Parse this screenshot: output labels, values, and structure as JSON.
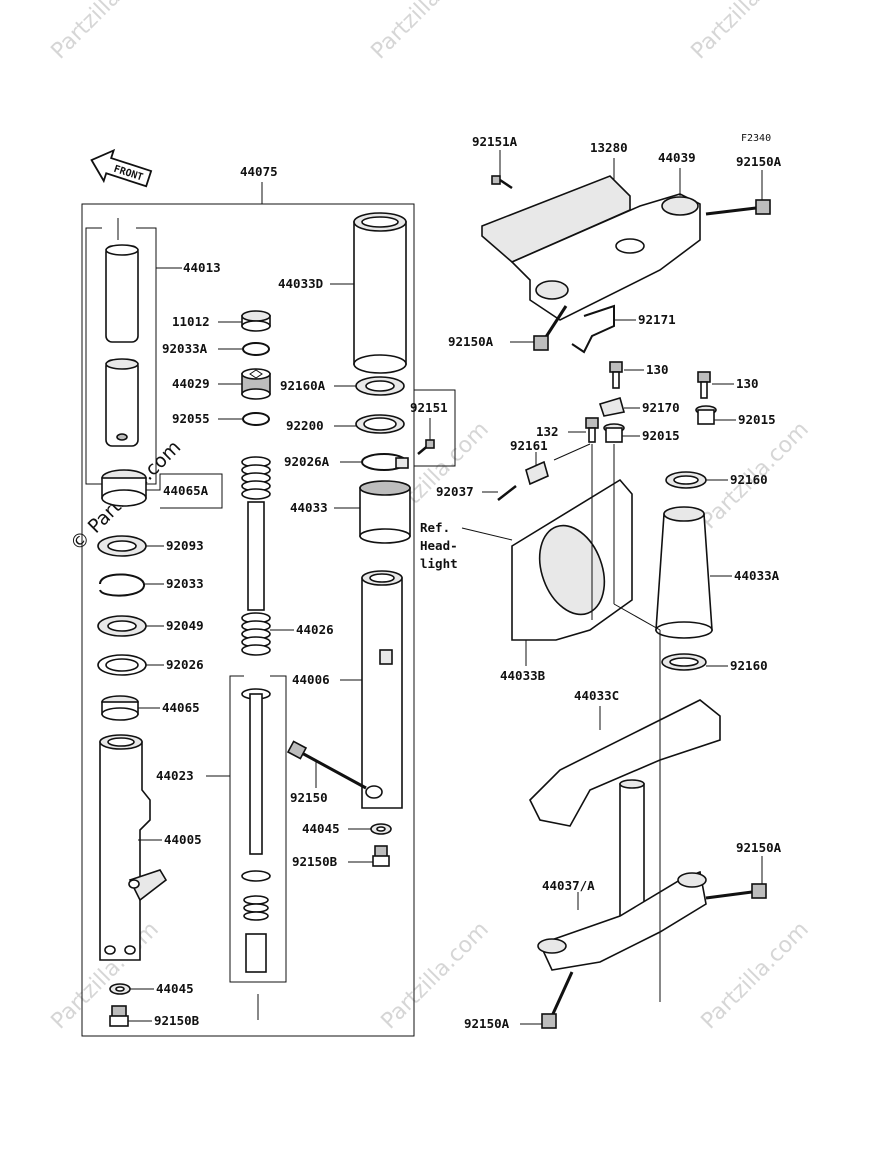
{
  "figure_code": "F2340",
  "front_label": "FRONT",
  "watermark": "Partzilla.com",
  "watermark_side": "© Partzilla.com",
  "ref_note": [
    "Ref.",
    "Head-",
    "light"
  ],
  "parts": {
    "p44075": "44075",
    "p44013": "44013",
    "p44033D": "44033D",
    "p11012": "11012",
    "p92033A": "92033A",
    "p44029": "44029",
    "p92160A": "92160A",
    "p92055": "92055",
    "p92151": "92151",
    "p92200": "92200",
    "p92026A": "92026A",
    "p44065A": "44065A",
    "p44033": "44033",
    "p92093": "92093",
    "p92033": "92033",
    "p92049": "92049",
    "p44026": "44026",
    "p92026": "92026",
    "p44006": "44006",
    "p44065": "44065",
    "p44023": "44023",
    "p44005": "44005",
    "p92150": "92150",
    "p44045a": "44045",
    "p92150Ba": "92150B",
    "p44045b": "44045",
    "p92150Bb": "92150B",
    "p92151A": "92151A",
    "p13280": "13280",
    "p44039": "44039",
    "p92150Aa": "92150A",
    "p92150Ab": "92150A",
    "p92171": "92171",
    "p130a": "130",
    "p130b": "130",
    "p92170": "92170",
    "p132": "132",
    "p92015a": "92015",
    "p92015b": "92015",
    "p92161": "92161",
    "p92160a": "92160",
    "p92037": "92037",
    "p44033A": "44033A",
    "p44033B": "44033B",
    "p92160b": "92160",
    "p44033C": "44033C",
    "p92150Ac": "92150A",
    "p44037A": "44037/A",
    "p92150Ad": "92150A"
  }
}
